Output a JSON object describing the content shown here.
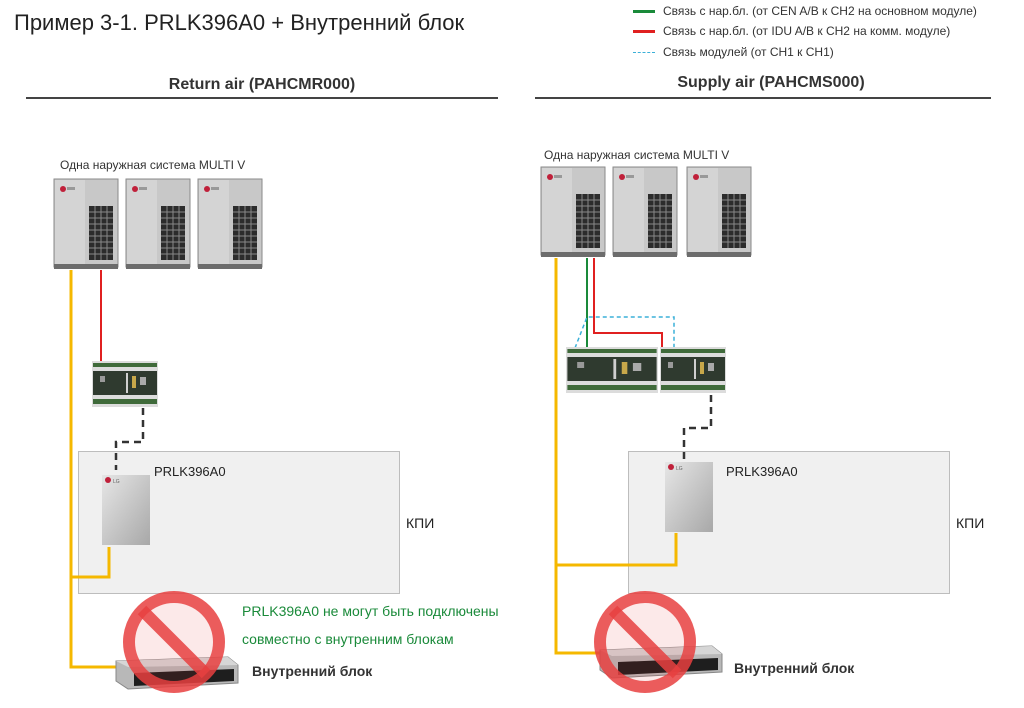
{
  "title": "Пример 3-1. PRLK396A0 + Внутренний блок",
  "legend": [
    {
      "label": "Связь с нар.бл. (от CEN A/B к CH2 на основном модуле)",
      "color": "#1a8a3a",
      "style": "solid"
    },
    {
      "label": "Связь с нар.бл. (от IDU A/B к CH2 на комм. модуле)",
      "color": "#e02020",
      "style": "solid"
    },
    {
      "label": "Связь модулей (от CH1 к CH1)",
      "color": "#3bb0d8",
      "style": "dashed"
    }
  ],
  "colors": {
    "power_wire": "#f5b800",
    "comm_wire_green": "#1a8a3a",
    "comm_wire_red": "#e02020",
    "module_link": "#3bb0d8",
    "control_dashed": "#333333",
    "prohibit": "#e02020",
    "warning_text": "#1a8a3a"
  },
  "sections": [
    {
      "title": "Return air (PAHCMR000)",
      "outdoor_label": "Одна наружная система MULTI V",
      "outdoor_units": 3,
      "pcb_modules": 1,
      "controller_label": "PRLK396A0",
      "ahu_label": "КПИ",
      "indoor_label": "Внутренний блок",
      "warning": [
        "PRLK396A0 не могут быть подключены",
        "совместно с внутренним блокам"
      ]
    },
    {
      "title": "Supply air (PAHCMS000)",
      "outdoor_label": "Одна наружная система MULTI V",
      "outdoor_units": 3,
      "pcb_modules": 2,
      "controller_label": "PRLK396A0",
      "ahu_label": "КПИ",
      "indoor_label": "Внутренний блок"
    }
  ],
  "icons": {
    "odu": "outdoor-unit-icon",
    "pcb": "pcb-module-icon",
    "controller": "prlk-controller-icon",
    "indoor": "ducted-indoor-unit-icon",
    "prohibited": "prohibited-icon",
    "lg_logo": "lg-logo-icon"
  }
}
